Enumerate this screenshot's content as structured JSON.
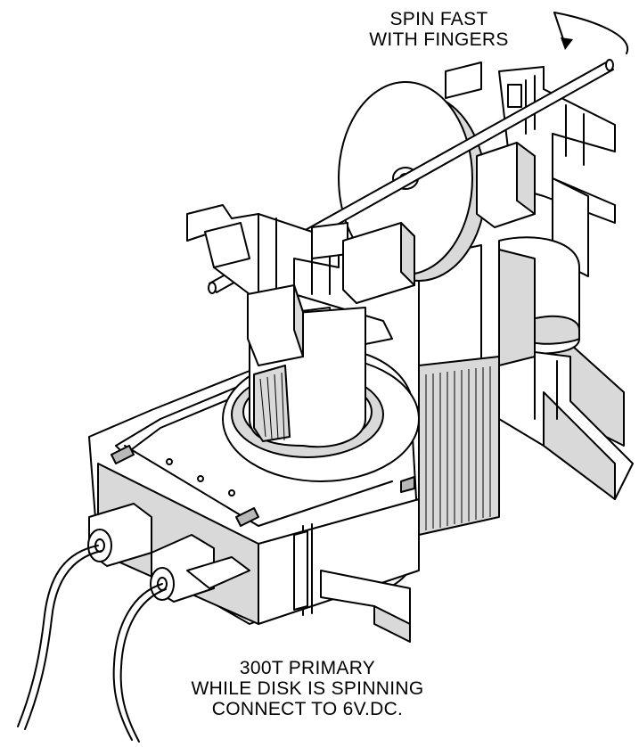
{
  "labels": {
    "spin_line1": "SPIN FAST",
    "spin_line2": "WITH FINGERS",
    "primary_line1": "300T PRIMARY",
    "primary_line2": "WHILE DISK IS SPINNING",
    "primary_line3": "CONNECT TO  6V.DC."
  }
}
